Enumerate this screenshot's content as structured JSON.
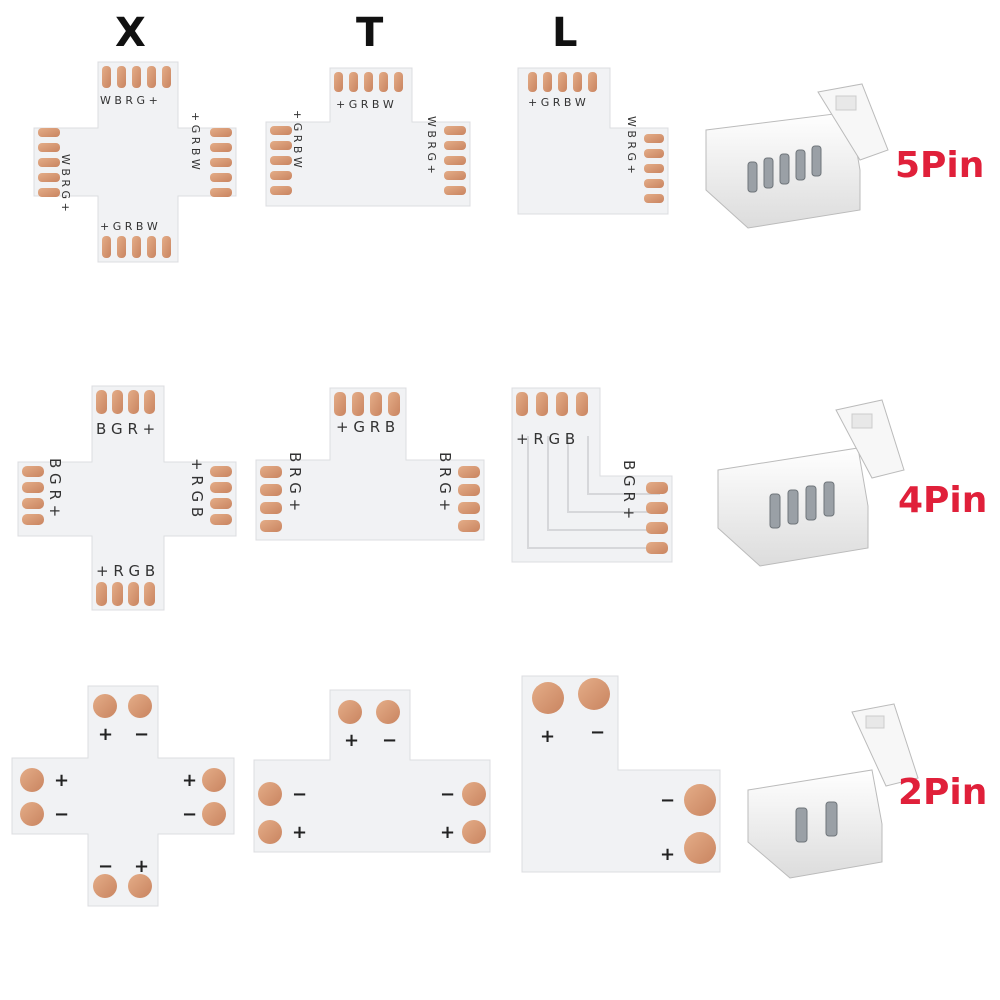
{
  "headers": {
    "x": "X",
    "t": "T",
    "l": "L"
  },
  "pin_labels": {
    "five": "5Pin",
    "four": "4Pin",
    "two": "2Pin"
  },
  "colors": {
    "pin_label": "#e0203a",
    "copper": "#d79a73",
    "board": "#f1f2f4"
  },
  "row5": {
    "x_top": "W B R G +",
    "x_left": "W B R G +",
    "x_right": "+ G R B W",
    "x_bottom": "+ G R B W",
    "t_top": "+ G R B W",
    "t_left": "+ G R B W",
    "t_right": "W B R G +",
    "l_top": "+ G R B W",
    "l_right": "W B R G +"
  },
  "row4": {
    "x_top": "B G R +",
    "x_left": "B G R +",
    "x_right": "+ R G B",
    "x_bottom": "+ R G B",
    "t_top": "+ G R B",
    "t_left": "B R G +",
    "t_right": "B R G +",
    "l_top": "+ R G B",
    "l_right": "B G R +"
  },
  "row2": {
    "plus": "+",
    "minus": "−"
  }
}
